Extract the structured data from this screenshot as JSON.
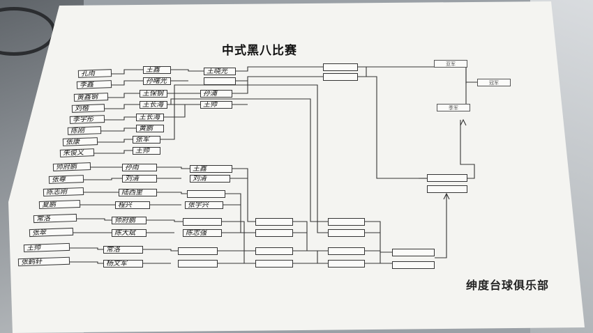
{
  "title": "中式黑八比赛",
  "club": "绅度台球俱乐部",
  "round1": [
    "孔雨",
    "李鑫",
    "黄鑫钢",
    "刘楷",
    "李宇彤",
    "陈刚",
    "张康",
    "朱俊义",
    "师府鹏",
    "张尊",
    "陈志刚",
    "夏鹏",
    "常洛",
    "张翠",
    "王帅",
    "张鹤轩"
  ],
  "round2": [
    "王鑫",
    "孙曙光",
    "王保钢",
    "王长海",
    "王长海",
    "黄鹏",
    "张军",
    "王帅",
    "孙雨",
    "刘清",
    "陆西里",
    "程兴",
    "师府鹏",
    "陈大斌",
    "常洛",
    "杨文军"
  ],
  "round3": [
    "王晓光",
    "",
    "孙浦",
    "王帅",
    "王鑫",
    "刘清",
    "",
    "张宇兴",
    "",
    "陈志强",
    "",
    ""
  ],
  "final_labels": [
    "冠军",
    "亚军",
    "季军"
  ]
}
